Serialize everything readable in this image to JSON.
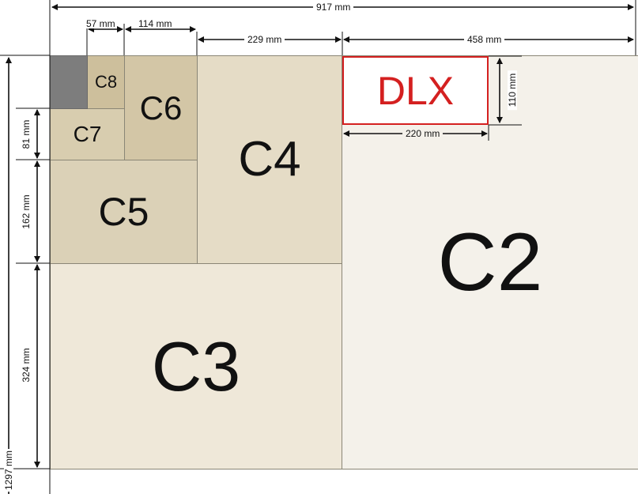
{
  "diagram": {
    "colors": {
      "c2": "#f4f1ea",
      "c3": "#efe8d9",
      "c4": "#e5dcc6",
      "c5": "#dbd1b7",
      "c6": "#d3c6a6",
      "c7": "#d8cdaf",
      "c8": "#cdbf9c",
      "corner": "#7d7d7d",
      "dlx": "#d42020"
    },
    "sizes": {
      "c2": "C2",
      "c3": "C3",
      "c4": "C4",
      "c5": "C5",
      "c6": "C6",
      "c7": "C7",
      "c8": "C8",
      "dlx": "DLX"
    },
    "dimensions": {
      "width_total": "917 mm",
      "w_57": "57 mm",
      "w_114": "114 mm",
      "w_229": "229 mm",
      "w_458": "458 mm",
      "w_220": "220 mm",
      "h_110": "110 mm",
      "h_81": "81 mm",
      "h_162": "162 mm",
      "h_324": "324 mm",
      "height_total": "1297 mm"
    }
  }
}
